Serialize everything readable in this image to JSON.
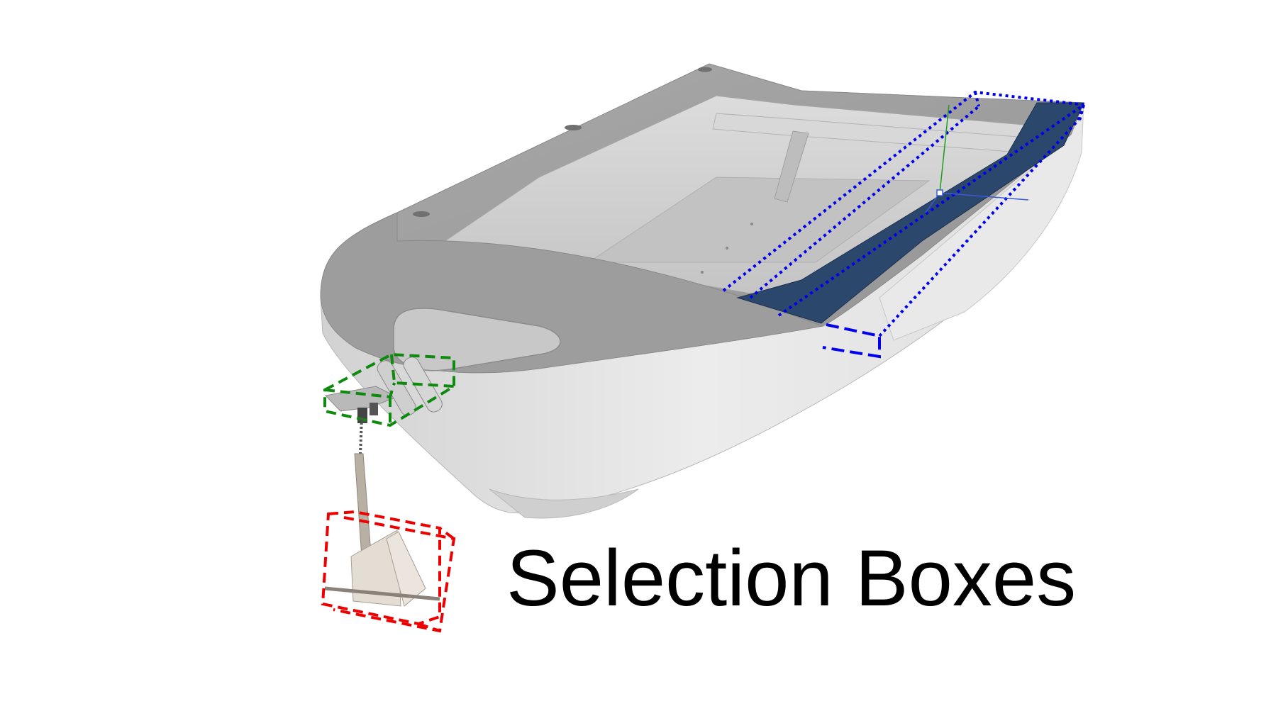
{
  "caption": "Selection Boxes",
  "colors": {
    "background": "#ffffff",
    "hull_side": "#e4e4e4",
    "deck": "#9c9c9c",
    "interior": "#cfcfcf",
    "seat_selected": "#2c476c",
    "selection_seat": "#0000ee",
    "selection_roller": "#0e8a0e",
    "selection_anchor": "#ee0000",
    "caption_text": "#000000"
  },
  "selections": [
    {
      "name": "seat",
      "color": "blue"
    },
    {
      "name": "bow-roller",
      "color": "green"
    },
    {
      "name": "anchor",
      "color": "red"
    }
  ]
}
